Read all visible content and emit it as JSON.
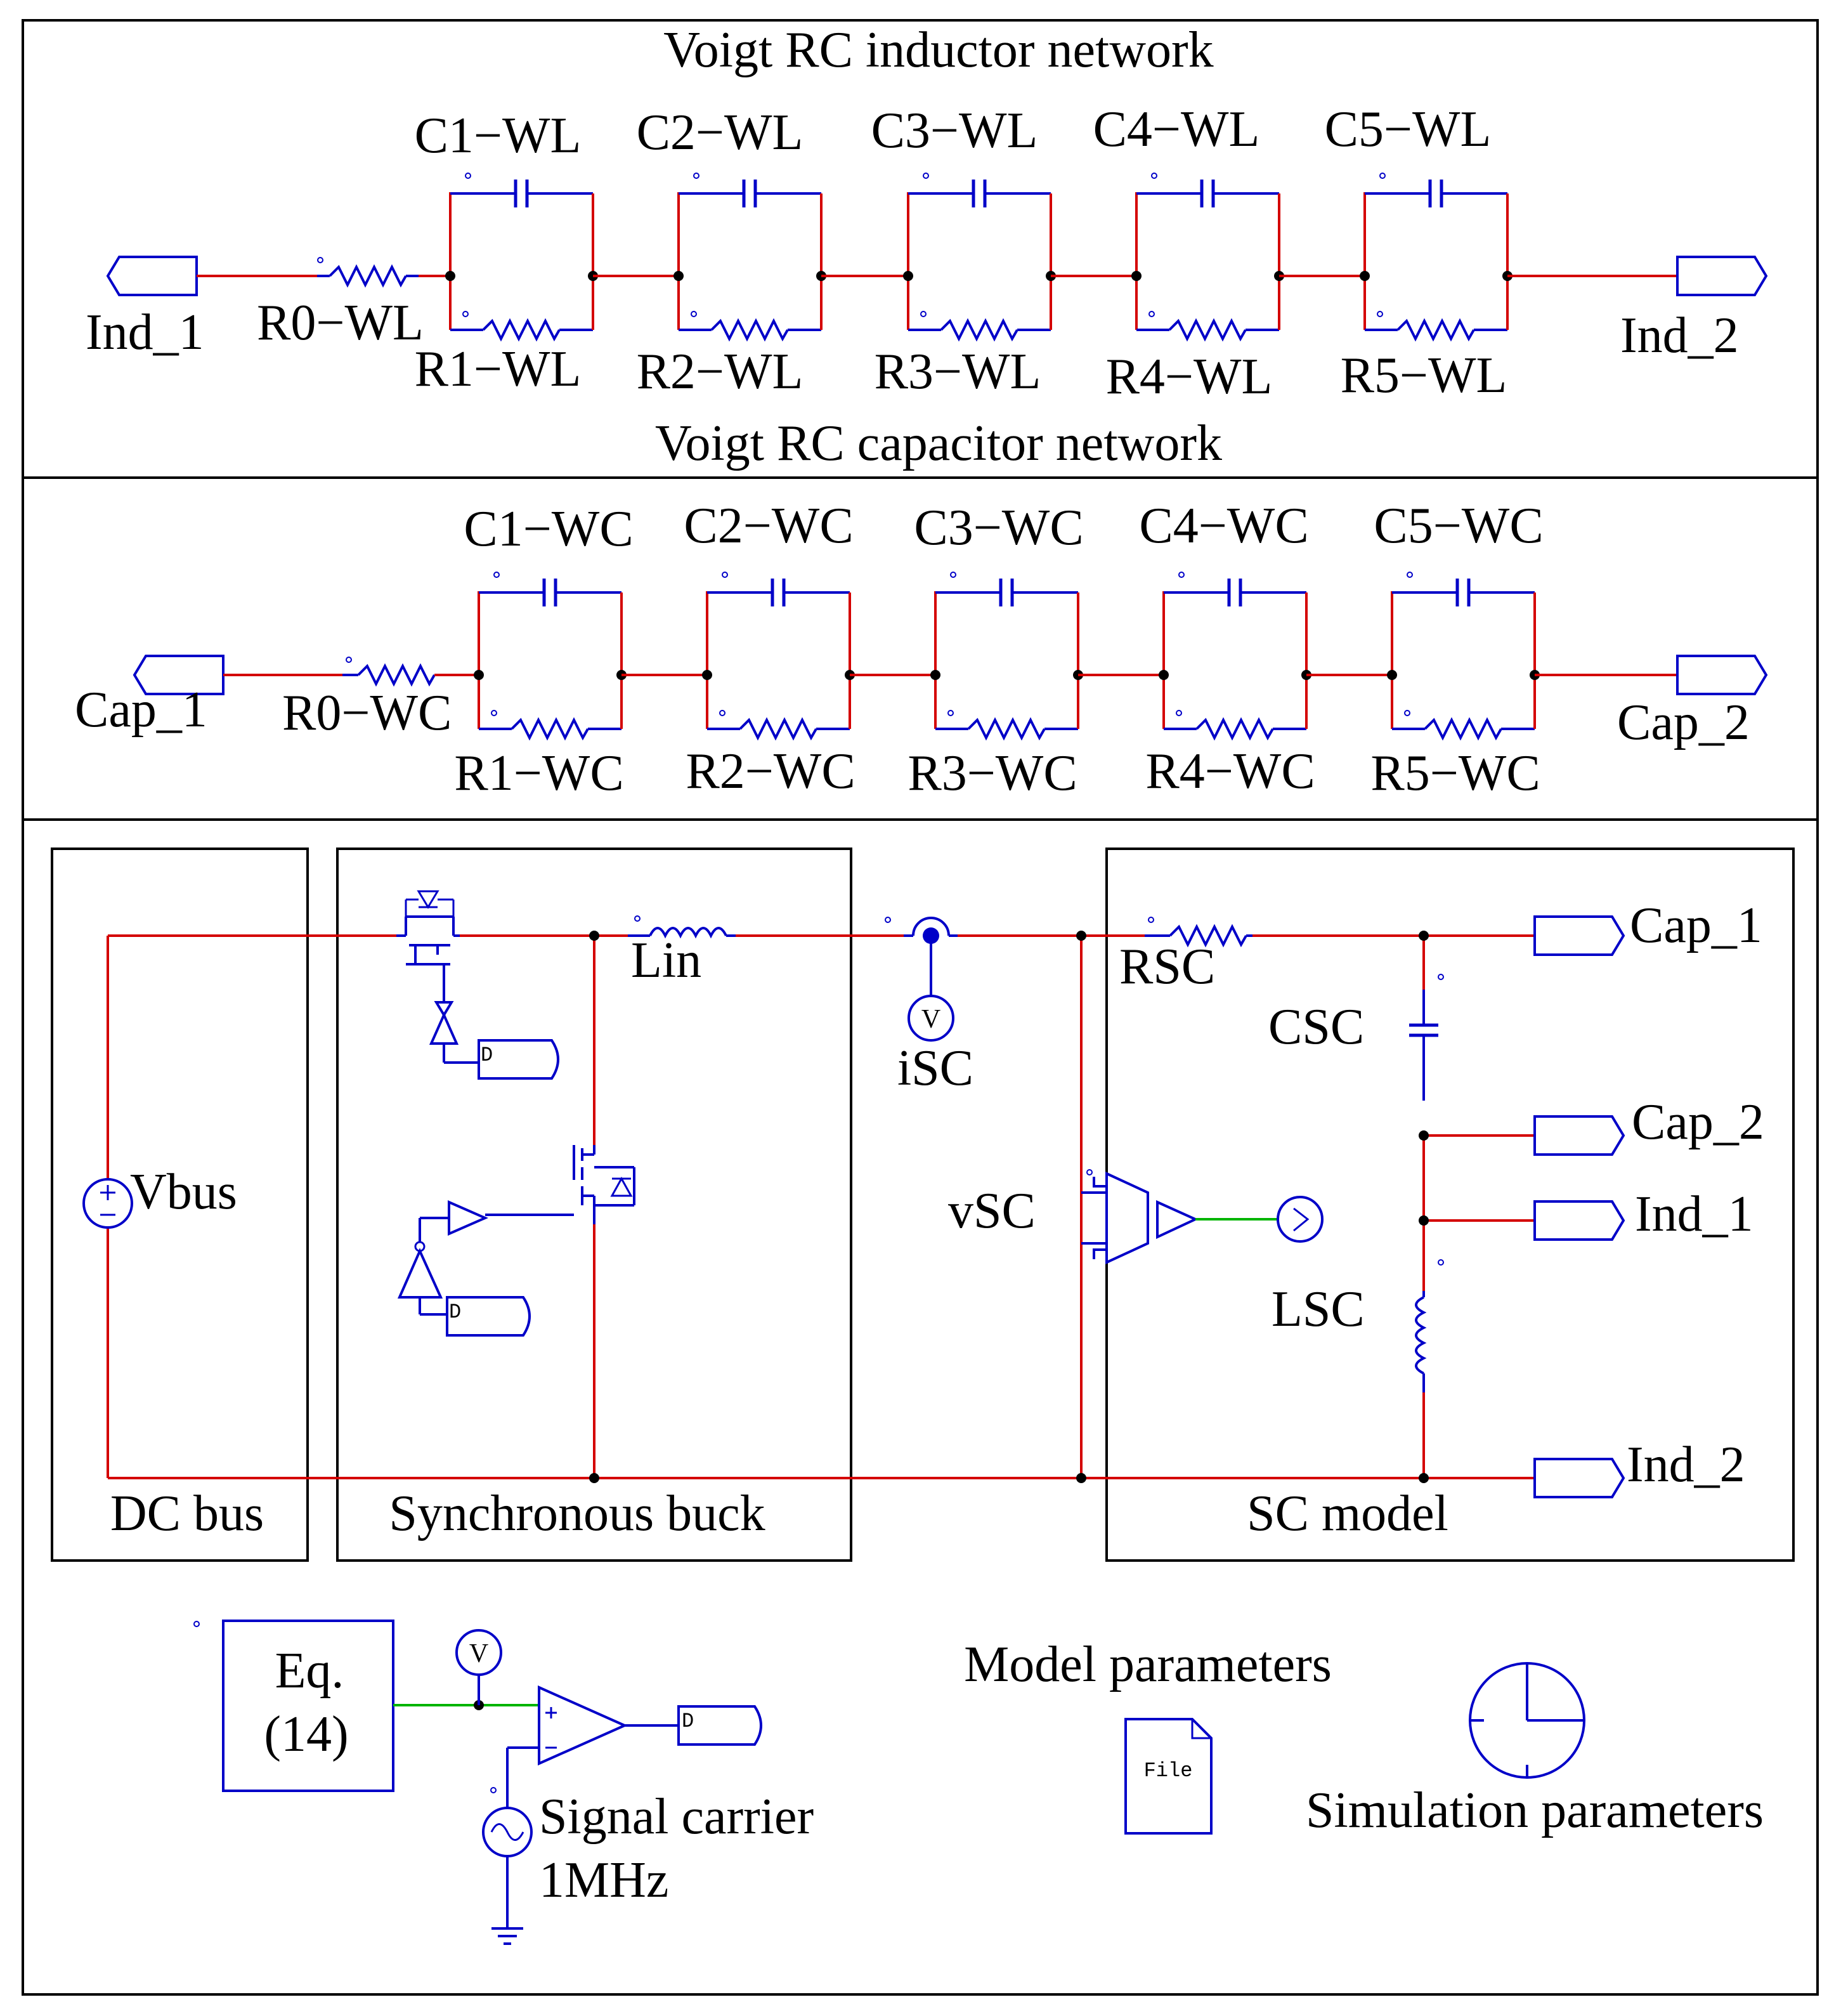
{
  "inductor_section": {
    "title": "Voigt RC inductor network",
    "input_port": "Ind_1",
    "output_port": "Ind_2",
    "series_resistor": "R0−WL",
    "capacitors": [
      "C1−WL",
      "C2−WL",
      "C3−WL",
      "C4−WL",
      "C5−WL"
    ],
    "resistors": [
      "R1−WL",
      "R2−WL",
      "R3−WL",
      "R4−WL",
      "R5−WL"
    ]
  },
  "capacitor_section": {
    "title": "Voigt RC capacitor network",
    "input_port": "Cap_1",
    "output_port": "Cap_2",
    "series_resistor": "R0−WC",
    "capacitors": [
      "C1−WC",
      "C2−WC",
      "C3−WC",
      "C4−WC",
      "C5−WC"
    ],
    "resistors": [
      "R1−WC",
      "R2−WC",
      "R3−WC",
      "R4−WC",
      "R5−WC"
    ]
  },
  "converter": {
    "dc_bus": {
      "title": "DC bus",
      "source": "Vbus"
    },
    "buck": {
      "title": "Synchronous buck",
      "inductor": "Lin"
    },
    "current_probe": "iSC",
    "voltage_probe": "vSC",
    "sc_model": {
      "title": "SC model",
      "resistor": "RSC",
      "capacitor": "CSC",
      "inductor": "LSC",
      "ports": [
        "Cap_1",
        "Cap_2",
        "Ind_1",
        "Ind_2"
      ]
    }
  },
  "control": {
    "equation_line1": "Eq.",
    "equation_line2": "(14)",
    "carrier_line1": "Signal carrier",
    "carrier_line2": "1MHz",
    "probe_symbol": "V"
  },
  "params": {
    "model_parameters": "Model parameters",
    "file_icon_text": "File",
    "simulation_parameters": "Simulation parameters"
  },
  "colors": {
    "wire": "#d40000",
    "component": "#0000c8",
    "signal": "#00b400",
    "frame": "#000000"
  }
}
